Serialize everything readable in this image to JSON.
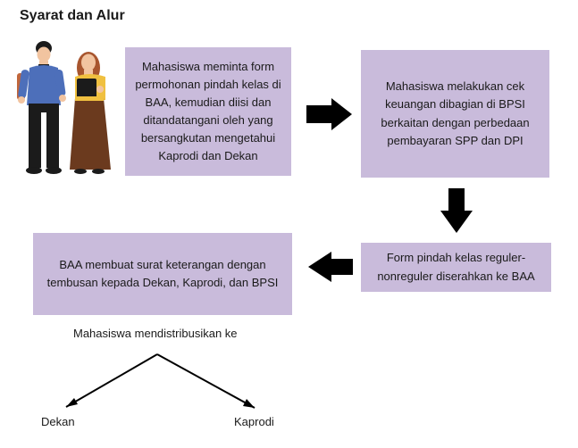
{
  "title": "Syarat dan Alur",
  "steps": [
    "Mahasiswa meminta form permohonan pindah kelas di BAA, kemudian diisi dan ditandatangani oleh yang bersangkutan mengetahui Kaprodi dan Dekan",
    "Mahasiswa melakukan cek keuangan dibagian di BPSI berkaitan dengan perbedaan pembayaran SPP dan DPI",
    "Form pindah kelas reguler-nonreguler diserahkan ke BAA",
    "BAA membuat surat keterangan dengan tembusan kepada Dekan, Kaprodi, dan BPSI"
  ],
  "distribution": {
    "label": "Mahasiswa mendistribusikan ke",
    "targets": [
      "Dekan",
      "Kaprodi"
    ]
  },
  "colors": {
    "box": "#c9bbdb",
    "arrow": "#000000"
  }
}
